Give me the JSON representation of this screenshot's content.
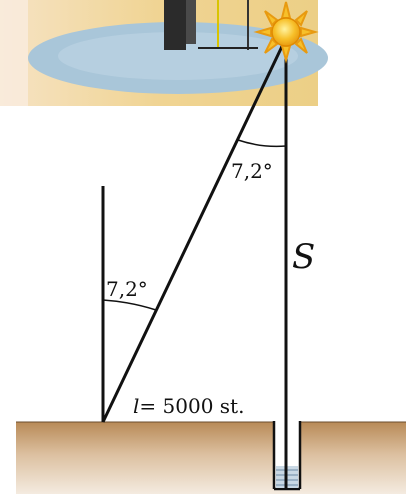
{
  "diagram": {
    "angle_top": "7,2°",
    "angle_pole": "7,2°",
    "distance_l": "l",
    "distance_value": "= 5000 st.",
    "symbol_s": "S"
  },
  "colors": {
    "sun": "#f7b21c",
    "ground_top": "#b88a57",
    "ground_bottom": "#f2e6d6",
    "photo_bg": "#f1d89b",
    "pool": "#a9c6d9",
    "line": "#111111"
  }
}
